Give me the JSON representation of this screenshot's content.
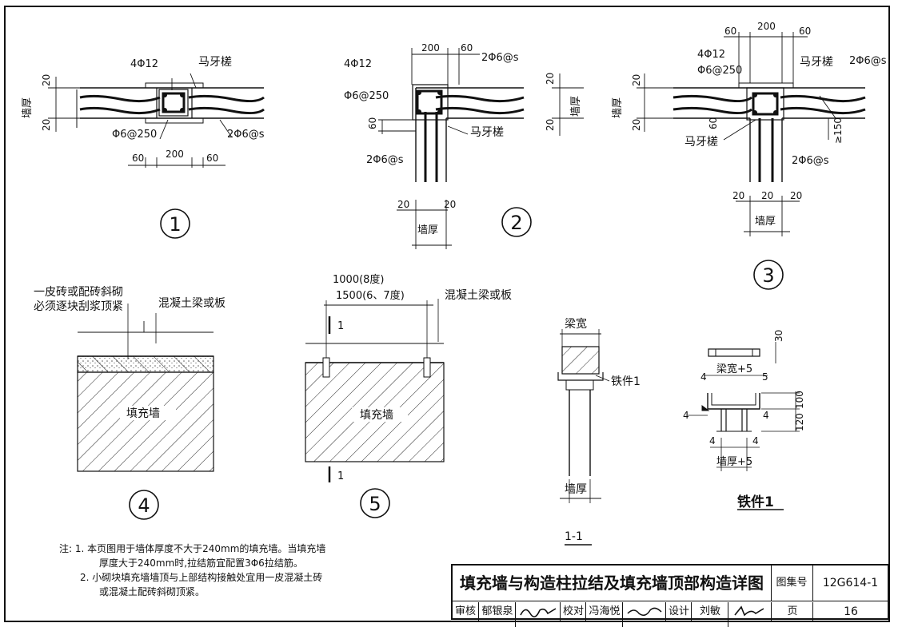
{
  "detail1": {
    "label_4phi12": "4Φ12",
    "label_mayacha": "马牙槎",
    "label_qianghou": "墙厚",
    "dim_20_top": "20",
    "dim_20_bot": "20",
    "label_phi6": "Φ6@250",
    "label_2phi6": "2Φ6@s",
    "dim_60a": "60",
    "dim_200": "200",
    "dim_60b": "60",
    "num": "1"
  },
  "detail2": {
    "dim_200": "200",
    "dim_60": "60",
    "label_4phi12": "4Φ12",
    "label_2phi6_top": "2Φ6@s",
    "label_phi6": "Φ6@250",
    "dim_60_side": "60",
    "label_mayacha": "马牙槎",
    "label_2phi6_bot": "2Φ6@s",
    "dim_20_r1": "20",
    "label_qianghou_r": "墙厚",
    "dim_20_r2": "20",
    "dim_20_bl": "20",
    "dim_20_br": "20",
    "label_qianghou_b": "墙厚",
    "num": "2"
  },
  "detail3": {
    "dim_60a": "60",
    "dim_200": "200",
    "dim_60b": "60",
    "label_4phi12": "4Φ12",
    "label_phi6": "Φ6@250",
    "label_mayacha_top": "马牙槎",
    "label_2phi6_top": "2Φ6@s",
    "dim_20_l1": "20",
    "label_qianghou_l": "墙厚",
    "dim_20_l2": "20",
    "dim_60_side": "60",
    "label_mayacha_bot": "马牙槎",
    "label_ge150": "≥150",
    "label_2phi6_bot": "2Φ6@s",
    "dim_20_r1": "20",
    "dim_20_r2": "20",
    "label_qianghou_b": "墙厚",
    "dim_20_mid": "20",
    "num": "3"
  },
  "detail4": {
    "note_line1": "一皮砖或配砖斜砌",
    "note_line2": "必须逐块刮浆顶紧",
    "label_beam": "混凝土梁或板",
    "label_wall": "填充墙",
    "num": "4"
  },
  "detail5": {
    "dim_line1": "1000(8度)",
    "dim_line2": "1500(6、7度)",
    "label_beam": "混凝土梁或板",
    "section_top": "1",
    "section_bot": "1",
    "label_wall": "填充墙",
    "num": "5"
  },
  "section11": {
    "label_width": "梁宽",
    "label_part": "铁件1",
    "label_qianghou": "墙厚",
    "title": "1-1"
  },
  "part1": {
    "dim_30": "30",
    "label_width": "梁宽+5",
    "dim_4a": "4",
    "dim_5a": "5",
    "dim_100": "100",
    "dim_120": "120",
    "dim_4_left": "4",
    "dim_4_right": "4",
    "dim_4b": "4",
    "dim_4c": "4",
    "label_qianghou": "墙厚+5",
    "title": "铁件1"
  },
  "notes": {
    "prefix": "注:",
    "n1_line1": "1. 本页图用于墙体厚度不大于240mm的填充墙。当填充墙",
    "n1_line2": "厚度大于240mm时,拉结筋宜配置3Φ6拉结筋。",
    "n2_line1": "2. 小砌块填充墙墙顶与上部结构接触处宜用一皮混凝土砖",
    "n2_line2": "或混凝土配砖斜砌顶紧。"
  },
  "titleblock": {
    "title": "填充墙与构造柱拉结及填充墙顶部构造详图",
    "atlas_label": "图集号",
    "atlas_no": "12G614-1",
    "review_label": "审核",
    "reviewer": "郁银泉",
    "check_label": "校对",
    "checker": "冯海悦",
    "design_label": "设计",
    "designer": "刘敏",
    "page_label": "页",
    "page_no": "16"
  }
}
